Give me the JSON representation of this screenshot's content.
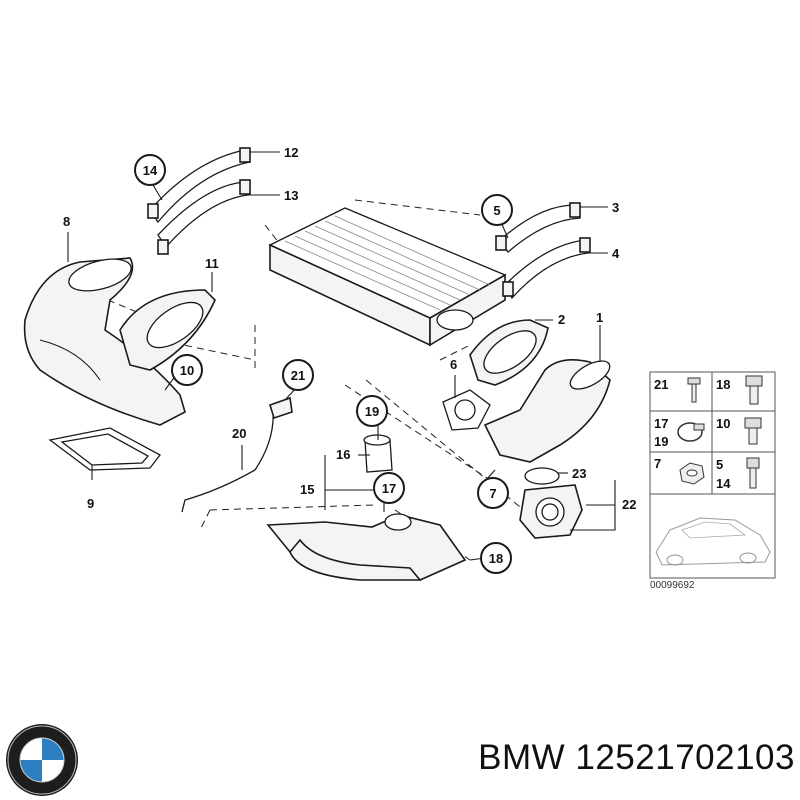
{
  "diagram": {
    "callouts": [
      {
        "id": "c14",
        "text": "14"
      },
      {
        "id": "c5",
        "text": "5"
      },
      {
        "id": "c10",
        "text": "10"
      },
      {
        "id": "c21",
        "text": "21"
      },
      {
        "id": "c19",
        "text": "19"
      },
      {
        "id": "c17",
        "text": "17"
      },
      {
        "id": "c7",
        "text": "7"
      },
      {
        "id": "c18",
        "text": "18"
      }
    ],
    "labels": [
      {
        "id": "l12",
        "text": "12"
      },
      {
        "id": "l13",
        "text": "13"
      },
      {
        "id": "l3",
        "text": "3"
      },
      {
        "id": "l4",
        "text": "4"
      },
      {
        "id": "l8",
        "text": "8"
      },
      {
        "id": "l11",
        "text": "11"
      },
      {
        "id": "l2",
        "text": "2"
      },
      {
        "id": "l1",
        "text": "1"
      },
      {
        "id": "l6",
        "text": "6"
      },
      {
        "id": "l20",
        "text": "20"
      },
      {
        "id": "l16",
        "text": "16"
      },
      {
        "id": "l15",
        "text": "15"
      },
      {
        "id": "l23",
        "text": "23"
      },
      {
        "id": "l22",
        "text": "22"
      },
      {
        "id": "l9",
        "text": "9"
      }
    ],
    "hardware_grid": [
      {
        "id": "h1",
        "text": "21"
      },
      {
        "id": "h2",
        "text": "18"
      },
      {
        "id": "h3",
        "text": "17"
      },
      {
        "id": "h4",
        "text": "19"
      },
      {
        "id": "h5",
        "text": "10"
      },
      {
        "id": "h6",
        "text": "7"
      },
      {
        "id": "h7",
        "text": "5"
      },
      {
        "id": "h8",
        "text": "14"
      }
    ],
    "reference_code": "00099692"
  },
  "brand": {
    "name": "BMW",
    "icon": "bmw-roundel-icon"
  },
  "part_number_line": "BMW 12521702103"
}
